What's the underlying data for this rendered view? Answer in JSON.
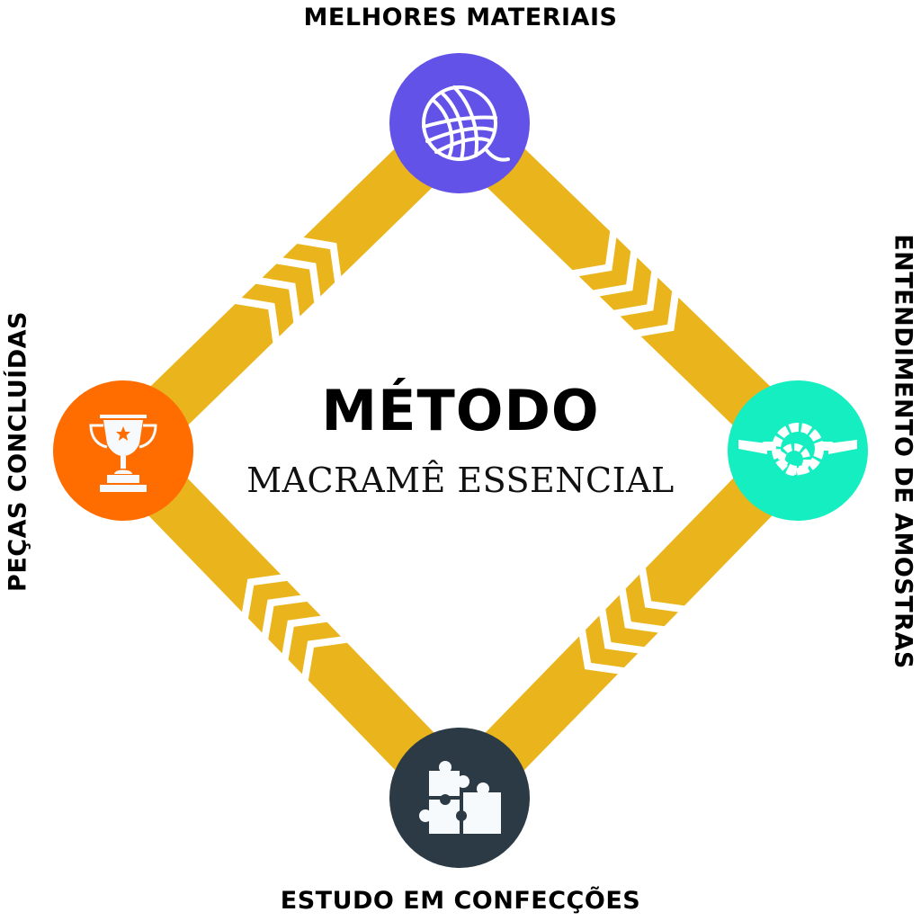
{
  "center": {
    "title": "MÉTODO",
    "subtitle": "MACRAMÊ ESSENCIAL"
  },
  "steps": [
    {
      "id": "top",
      "label": "MELHORES MATERIAIS",
      "icon": "yarn-ball-icon",
      "color": "#6352E8"
    },
    {
      "id": "right",
      "label": "ENTENDIMENTO DE AMOSTRAS",
      "icon": "rope-knot-icon",
      "color": "#14EEC0"
    },
    {
      "id": "bottom",
      "label": "ESTUDO EM CONFECÇÕES",
      "icon": "puzzle-pieces-icon",
      "color": "#2B3A45"
    },
    {
      "id": "left",
      "label": "PEÇAS CONCLUÍDAS",
      "icon": "trophy-icon",
      "color": "#FF6D00"
    }
  ],
  "connector": {
    "color": "#EAB51C",
    "chevrons_per_side": 3
  }
}
